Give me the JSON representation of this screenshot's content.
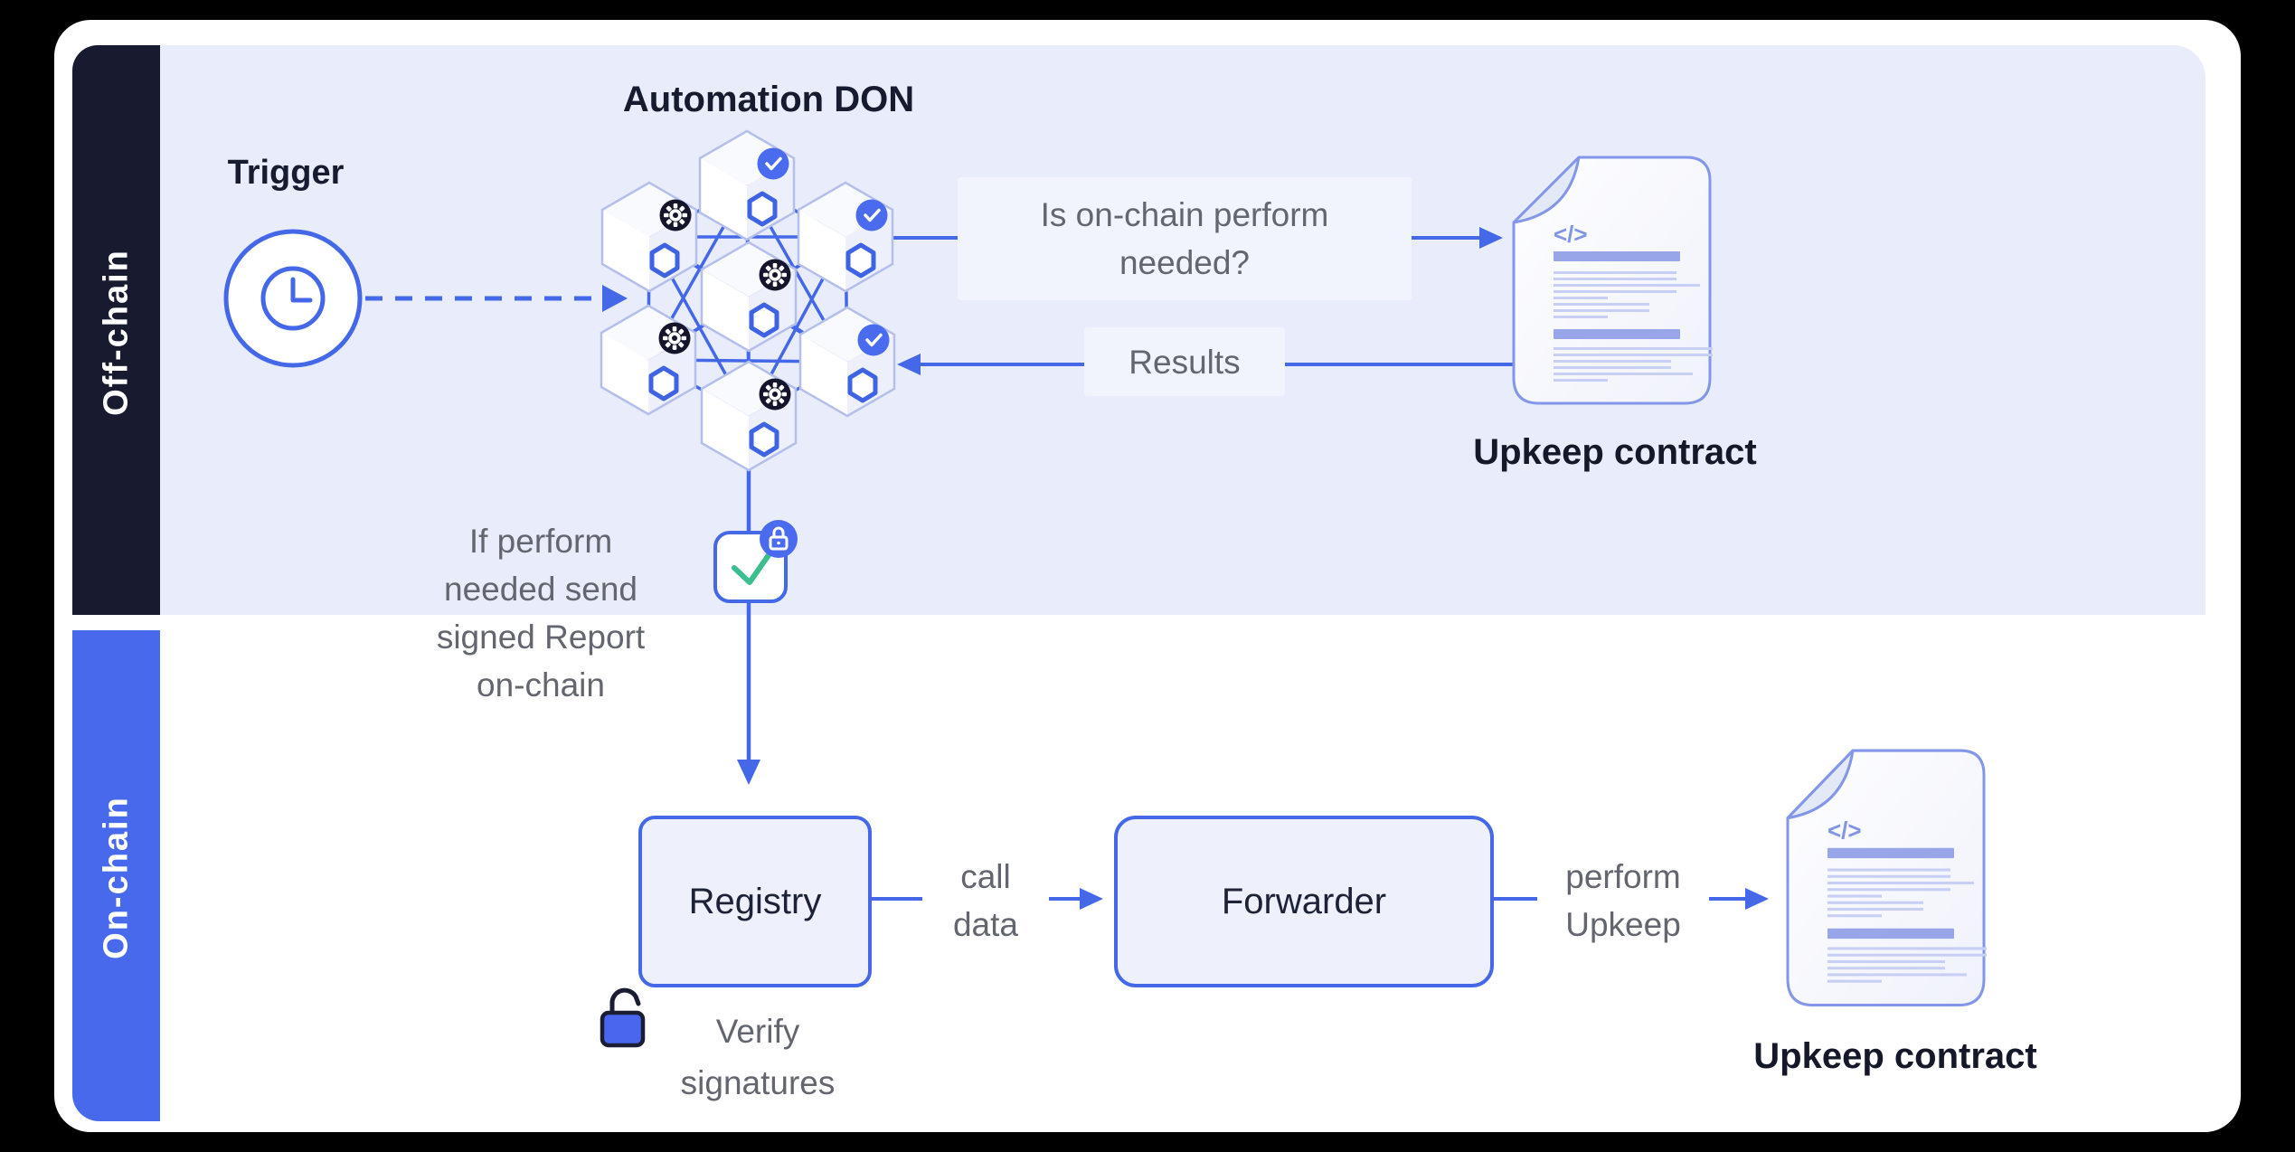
{
  "colors": {
    "accent": "#4468E8",
    "badge_blue": "#4B6BEF",
    "badge_dark": "#14152B",
    "offchain_band": "#E9ECFA",
    "offchain_strip": "#181A30",
    "onchain_strip": "#4969EC",
    "check_green": "#3CBE8E"
  },
  "lanes": {
    "offchain_label": "Off-chain",
    "onchain_label": "On-chain"
  },
  "trigger": {
    "label": "Trigger",
    "icon": "clock-icon"
  },
  "don": {
    "title": "Automation DON",
    "nodes": [
      {
        "position": "top",
        "badge": "check"
      },
      {
        "position": "upper-left",
        "badge": "gear"
      },
      {
        "position": "upper-right",
        "badge": "check"
      },
      {
        "position": "center",
        "badge": "gear"
      },
      {
        "position": "lower-left",
        "badge": "gear"
      },
      {
        "position": "lower-right",
        "badge": "check"
      },
      {
        "position": "bottom",
        "badge": "gear"
      }
    ]
  },
  "flows": {
    "question": "Is on-chain perform\nneeded?",
    "results": "Results",
    "report_note": "If perform\nneeded send\nsigned Report\non-chain",
    "call_data": "call\ndata",
    "perform_upkeep": "perform\nUpkeep",
    "verify_note": "Verify\nsignatures"
  },
  "onchain": {
    "registry": "Registry",
    "forwarder": "Forwarder"
  },
  "contracts": {
    "offchain_label": "Upkeep contract",
    "onchain_label": "Upkeep contract",
    "code_glyph": "</>"
  }
}
